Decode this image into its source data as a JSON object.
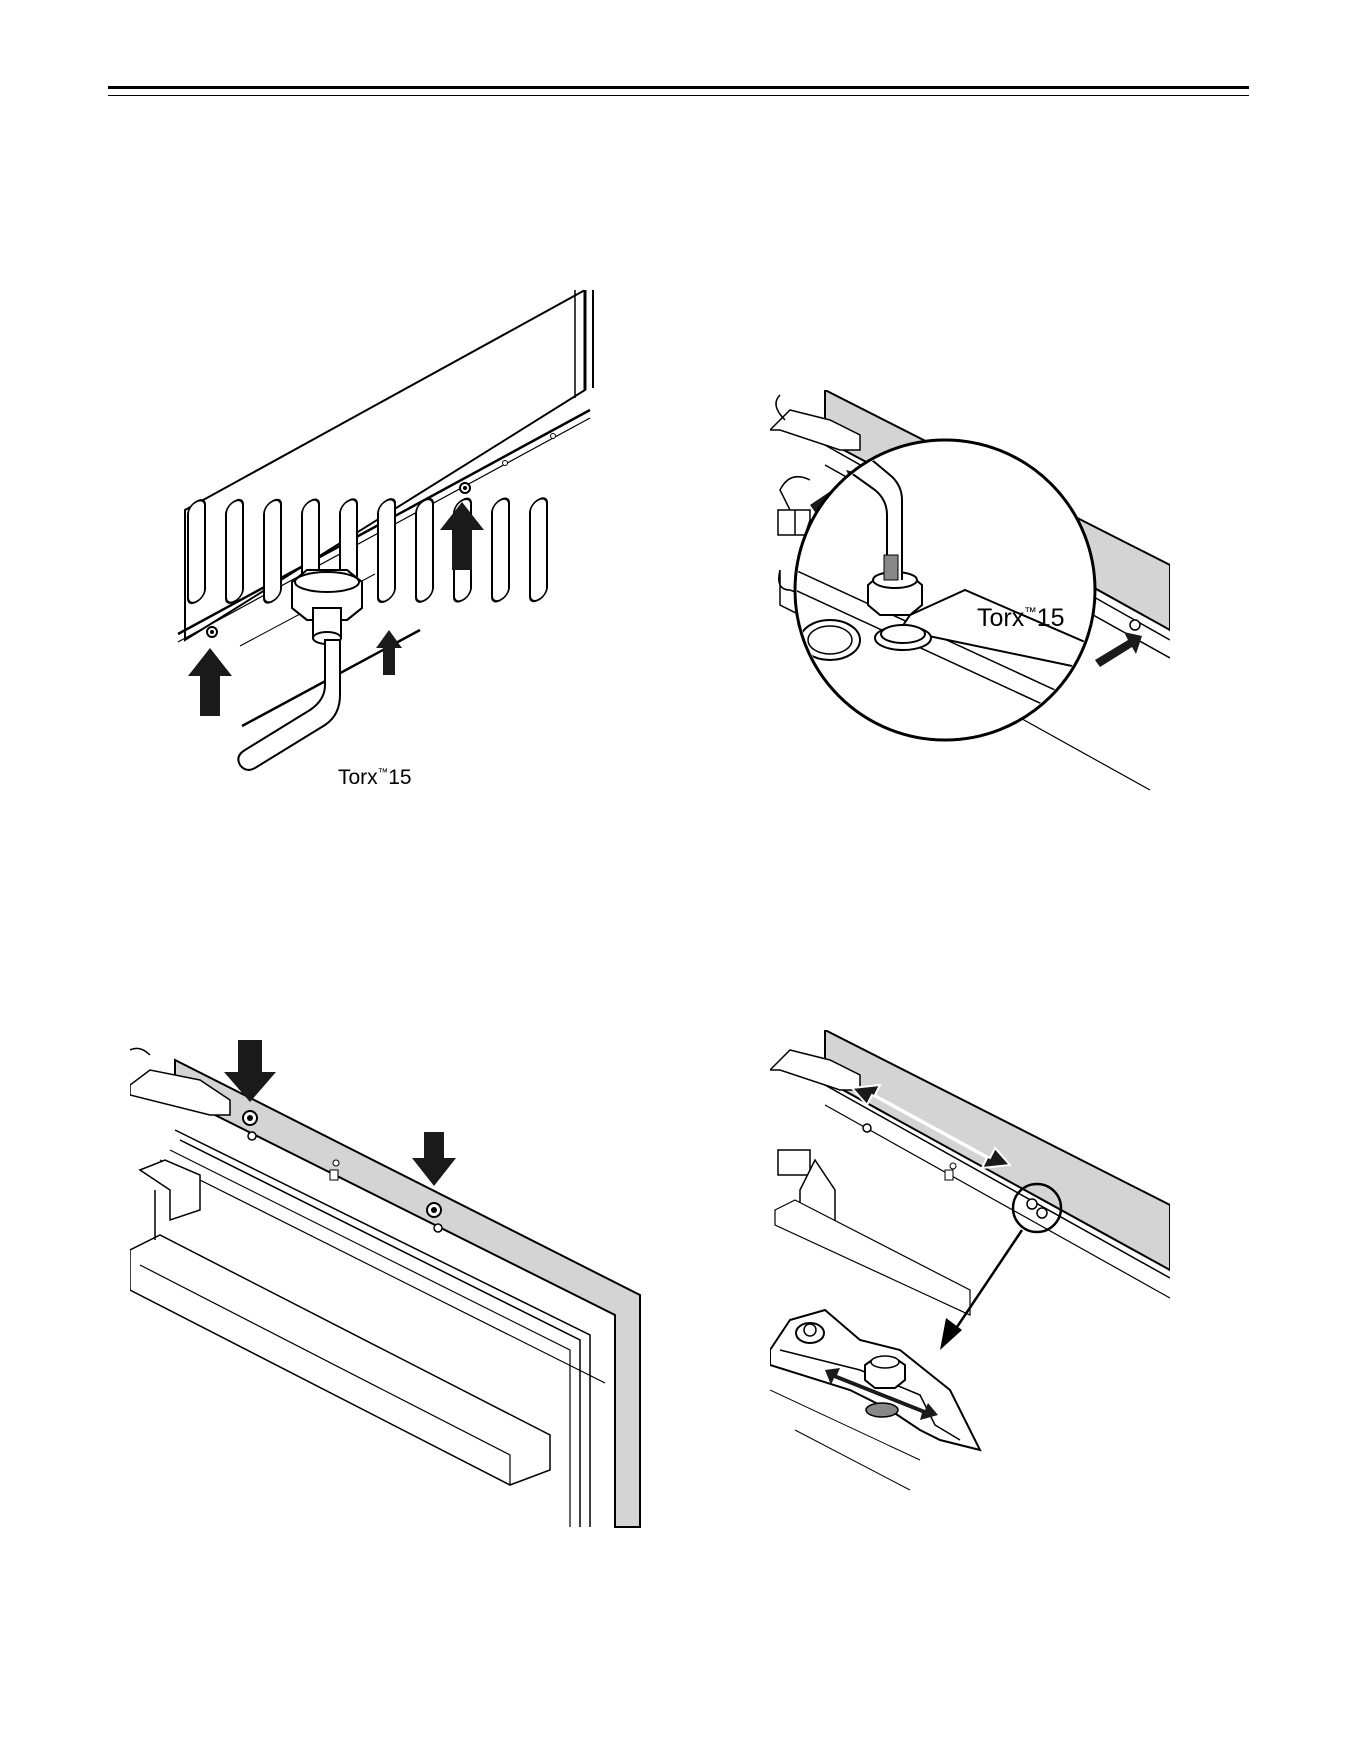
{
  "figures": {
    "fig1": {
      "tool": "Torx",
      "tm": "™",
      "size": "15"
    },
    "fig2": {
      "tool": "Torx",
      "tm": "™",
      "size": "15"
    }
  },
  "colors": {
    "panel_gray": "#d4d4d4",
    "ink": "#000000",
    "arrow_fill": "#1a1a1a"
  },
  "icons": [
    "arrow-up-icon",
    "arrow-down-icon",
    "arrow-diagonal-icon",
    "double-arrow-icon"
  ]
}
